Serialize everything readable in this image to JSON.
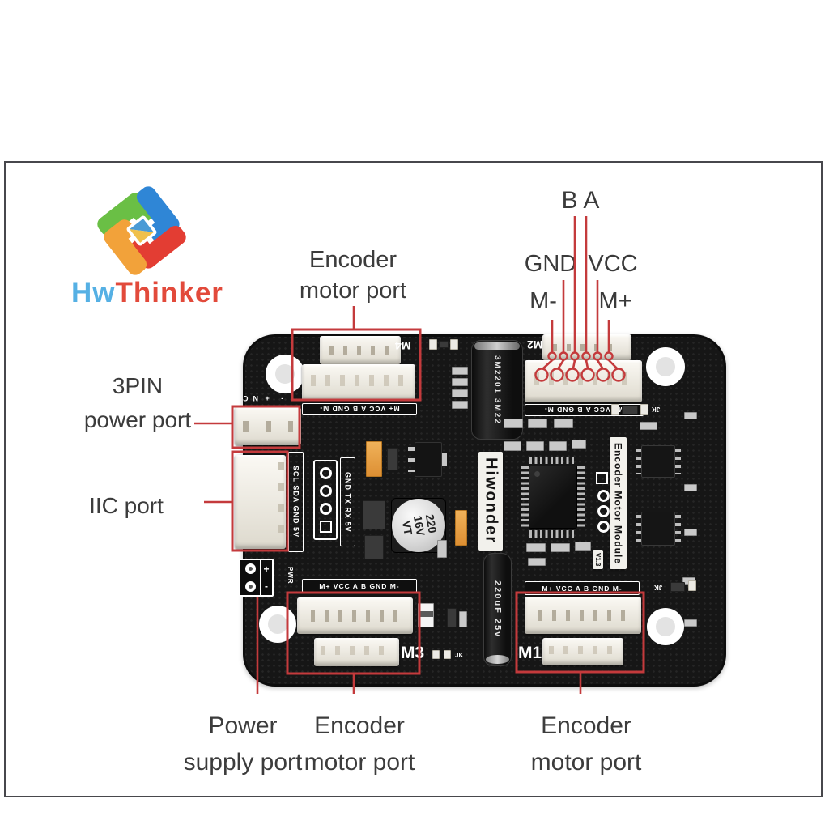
{
  "brand": {
    "hw": "Hw",
    "thinker": "Thinker"
  },
  "annotations": {
    "top_encoder": {
      "line1": "Encoder",
      "line2": "motor port"
    },
    "pins": {
      "b": "B",
      "a": "A",
      "gnd": "GND",
      "vcc": "VCC",
      "m_minus": "M-",
      "m_plus": "M+"
    },
    "three_pin": {
      "line1": "3PIN",
      "line2": "power port"
    },
    "iic": {
      "label": "IIC port"
    },
    "power_supply": {
      "line1": "Power",
      "line2": "supply port"
    },
    "bottom_encoder_m3": {
      "line1": "Encoder",
      "line2": "motor port"
    },
    "bottom_encoder_m1": {
      "line1": "Encoder",
      "line2": "motor port"
    }
  },
  "board": {
    "silk": {
      "m1": "M1",
      "m2": "M2",
      "m3": "M3",
      "m4": "M4",
      "motor_pinout": "M+ VCC A B GND M-",
      "nc": "NC",
      "plus": "+",
      "minus": "-",
      "iic_pinout": "SCL SDA GND 5V",
      "serial_pinout": "GND TX RX 5V",
      "pwr": "PWR",
      "brand": "Hiwonder",
      "module": "Encoder Motor Module",
      "version": "V1.3",
      "jk": "JK"
    },
    "parts": {
      "cap_top": "3M2201 3M22",
      "cap_silver_l1": "220",
      "cap_silver_l2": "16V",
      "cap_silver_l3": "VT",
      "cap_bottom": "220uF 25v"
    }
  },
  "colors": {
    "annotation_red": "#c43a3c",
    "board_black": "#161616",
    "label_gray": "#3c3c3c"
  }
}
